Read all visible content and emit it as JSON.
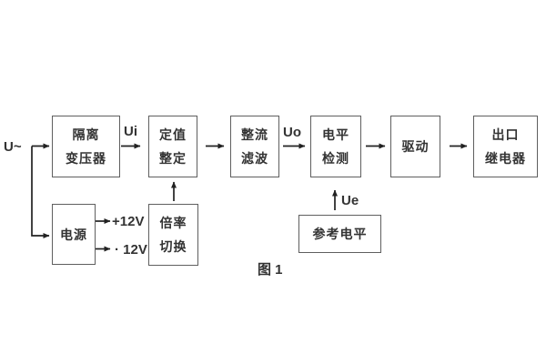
{
  "page": {
    "caption": "图 1"
  },
  "colors": {
    "box_border": "#5f5f5f",
    "text": "#333333",
    "line": "#222222",
    "background": "#ffffff"
  },
  "signal_labels": {
    "input": "U~",
    "ui": "Ui",
    "uo": "Uo",
    "ue": "Ue",
    "rail_positive": "+12V",
    "rail_negative": "· 12V"
  },
  "blocks": {
    "isolation_transformer": {
      "lines": [
        "隔离",
        "变压器"
      ]
    },
    "setpoint_setting": {
      "lines": [
        "定值",
        "整定"
      ]
    },
    "rectifier_filter": {
      "lines": [
        "整流",
        "滤波"
      ]
    },
    "level_detection": {
      "lines": [
        "电平",
        "检测"
      ]
    },
    "driver": {
      "lines": [
        "驱动"
      ]
    },
    "output_relay": {
      "lines": [
        "出口",
        "继电器"
      ]
    },
    "power_supply": {
      "lines": [
        "电源"
      ]
    },
    "ratio_switching": {
      "lines": [
        "倍率",
        "切换"
      ]
    },
    "reference_level": {
      "lines": [
        "参考电平"
      ]
    }
  }
}
